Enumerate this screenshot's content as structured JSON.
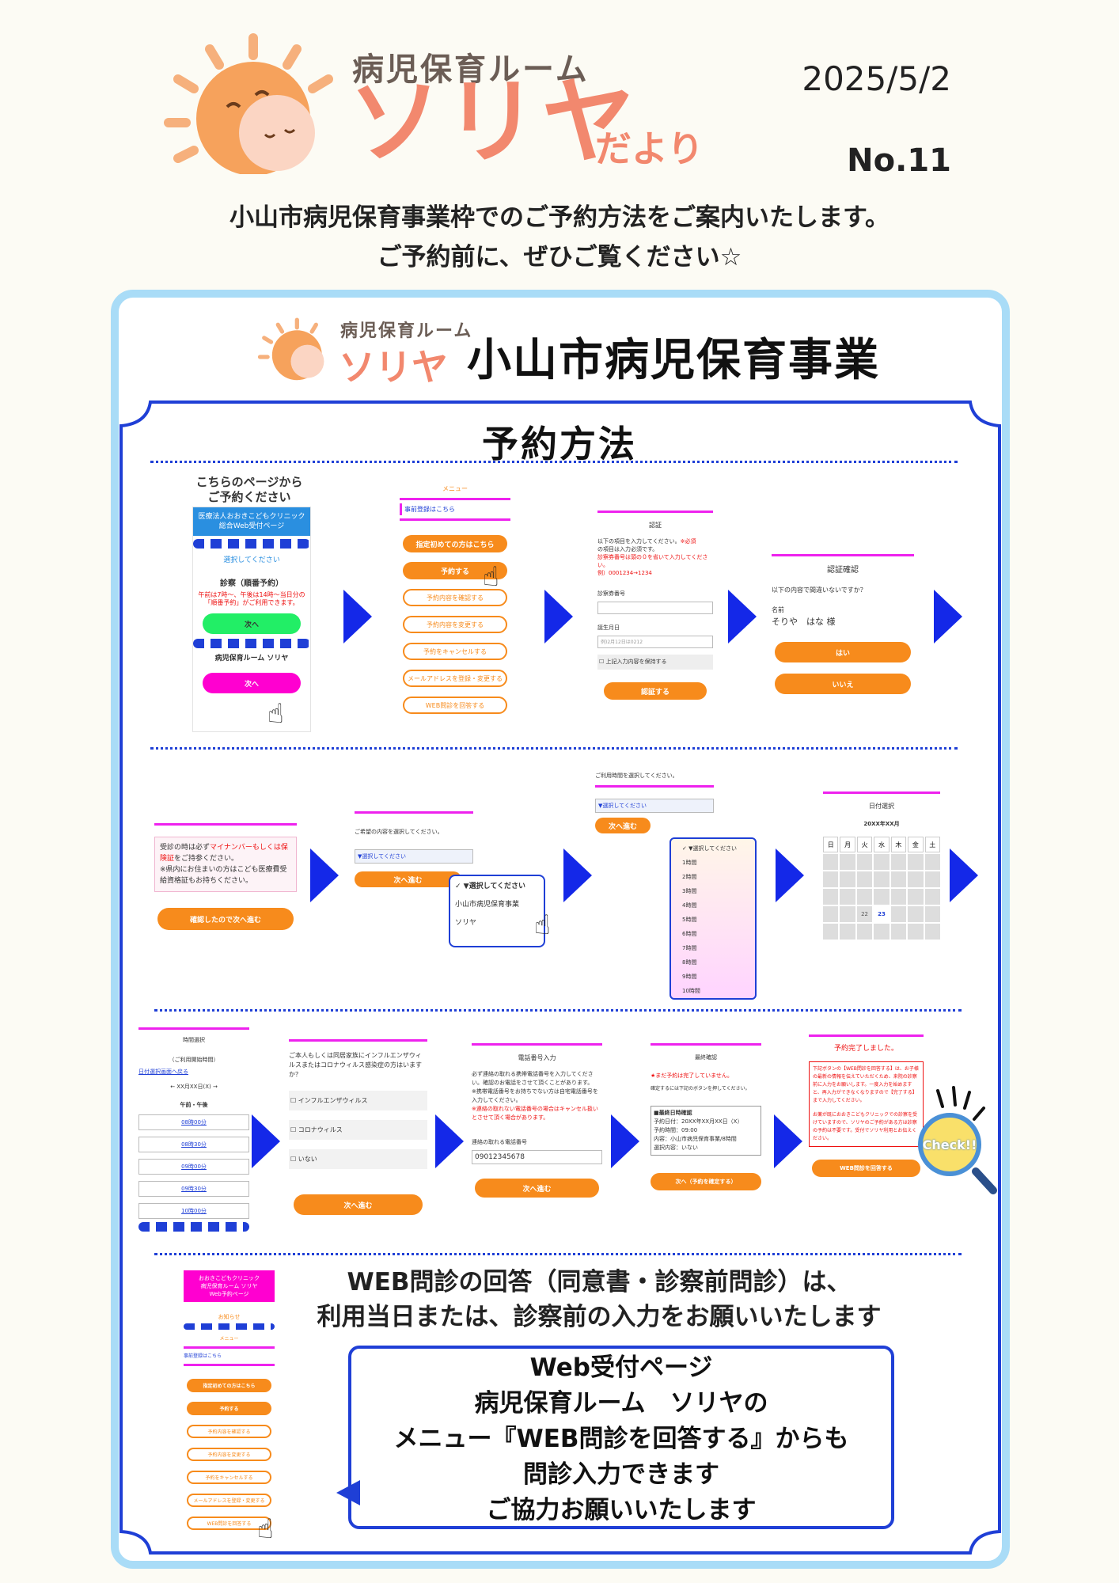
{
  "header": {
    "logo_sub": "病児保育ルーム",
    "logo_main": "ソリヤ",
    "logo_tail": "だより",
    "date": "2025/5/2",
    "issue": "No.11"
  },
  "intro": {
    "line1": "小山市病児保育事業枠でのご予約方法をご案内いたします。",
    "line2": "ご予約前に、ぜひご覧ください☆"
  },
  "panel": {
    "logo_sub": "病児保育ルーム",
    "logo_main": "ソリヤ",
    "title": "小山市病児保育事業",
    "section": "予約方法"
  },
  "row1": {
    "s1": {
      "caption1": "こちらのページから",
      "caption2": "ご予約ください",
      "banner": "医療法人おおきこどもクリニック\n総合Web受付ページ",
      "select": "選択してください",
      "diag": "診察（順番予約）",
      "diag_note": "午前は7時〜、午後は14時〜当日分の「順番予約」がご利用できます。",
      "next": "次へ",
      "room": "病児保育ルーム ソリヤ",
      "next2": "次へ"
    },
    "s2": {
      "menu": "メニュー",
      "first": "事前登録はこちら",
      "btns": [
        "指定初めての方はこちら",
        "予約する",
        "予約内容を確認する",
        "予約内容を変更する",
        "予約をキャンセルする",
        "メールアドレスを登録・変更する",
        "WEB問診を回答する"
      ]
    },
    "s3": {
      "head": "認証",
      "note1": "以下の項目を入力してください。",
      "req": "※必須",
      "note2": "の項目は入力必須です。",
      "note3": "診察券番号は頭の０を省いて入力してください。",
      "note4": "例）0001234→1234",
      "field1": "診察券番号",
      "field2": "誕生月日",
      "ph2": "例)2月12日は0212",
      "keep": "上記入力内容を保持する",
      "btn": "認証する"
    },
    "s4": {
      "head": "認証確認",
      "q": "以下の内容で間違いないですか？",
      "name_lbl": "名前",
      "name": "そりや　はな 様",
      "yes": "はい",
      "no": "いいえ"
    }
  },
  "row2": {
    "s1": {
      "text1": "受診の時は必ず",
      "text_red": "マイナンバーもしくは保険証",
      "text2": "をご持参ください。",
      "text3": "※県内にお住まいの方はこども医療費受給資格証もお持ちください。",
      "btn": "確認したので次へ進む"
    },
    "s2": {
      "q": "ご希望の内容を選択してください。",
      "select": "▼選択してください",
      "next": "次へ進む",
      "opts": [
        "✓ ▼選択してください",
        "小山市病児保育事業",
        "ソリヤ"
      ]
    },
    "s3": {
      "q": "ご利用時間を選択してください。",
      "select": "▼選択してください",
      "next": "次へ進む",
      "opts": [
        "✓ ▼選択してください",
        "1時間",
        "2時間",
        "3時間",
        "4時間",
        "5時間",
        "6時間",
        "7時間",
        "8時間",
        "9時間",
        "10時間"
      ]
    },
    "s4": {
      "head": "日付選択",
      "month": "20XX年XX月",
      "days": [
        "日",
        "月",
        "火",
        "水",
        "木",
        "金",
        "土"
      ],
      "d22": "22",
      "d23": "23"
    }
  },
  "row3": {
    "s1": {
      "head": "時間選択",
      "sub": "（ご利用開始時間）",
      "back": "日付選択画面へ戻る",
      "date": "← XX月XX日(X) →",
      "period": "午前・午後",
      "times": [
        "08時00分",
        "08時30分",
        "09時00分",
        "09時30分",
        "10時00分"
      ]
    },
    "s2": {
      "q": "ご本人もしくは同居家族にインフルエンザウィルスまたはコロナウィルス感染症の方はいますか？",
      "opts": [
        "インフルエンザウィルス",
        "コロナウィルス",
        "いない"
      ],
      "btn": "次へ進む"
    },
    "s3": {
      "head": "電話番号入力",
      "note": "必ず連絡の取れる携帯電話番号を入力してください。確認のお電話をさせて頂くことがあります。",
      "note2": "※携帯電話番号をお持ちでない方は自宅電話番号を入力してください。",
      "note_red": "※連絡の取れない電話番号の場合はキャンセル扱いとさせて頂く場合があります。",
      "lbl": "連絡の取れる電話番号",
      "phone": "09012345678",
      "btn": "次へ進む"
    },
    "s4": {
      "head": "最終確認",
      "warn": "★まだ予約は完了していません。",
      "note": "確定するには下記のボタンを押してください。",
      "d1": "■最終日時確認",
      "d2": "予約日付：20XX年XX月XX日（X）",
      "d3": "予約時間：09:00",
      "d4": "内容：小山市病児保育事業/8時間",
      "d5": "選択内容：いない",
      "btn": "次へ（予約を確定する）"
    },
    "s5": {
      "head": "予約完了しました。",
      "body1": "下記ボタンの【WEB問診を回答する】は、お子様の最新の情報を伝えていただくため、来院の診察前に入力をお願いします。一度入力を始めますと、再入力ができなくなりますので【完了する】まで入力してください。",
      "body2": "お薬が既におおきこどもクリニックでの診察を受けていますので、ソリヤのご予約がある方は診察の予約は不要です。受付でソリヤ利用とお伝えください。",
      "btn": "WEB問診を回答する",
      "check": "Check!!"
    }
  },
  "row4": {
    "phone": {
      "banner": "おおきこどもクリニック\n病児保育ルーム ソリヤ\nWeb予約ページ",
      "notice": "お知らせ",
      "menu": "メニュー",
      "first": "事前登録はこちら",
      "btns": [
        "指定初めての方はこちら",
        "予約する",
        "予約内容を確認する",
        "予約内容を変更する",
        "予約をキャンセルする",
        "メールアドレスを登録・変更する",
        "WEB問診を回答する"
      ]
    },
    "note1": "WEB問診の回答（同意書・診察前問診）は、",
    "note2": "利用当日または、診察前の入力をお願いいたします",
    "bubble": [
      "Web受付ページ",
      "病児保育ルーム　ソリヤの",
      "メニュー『WEB問診を回答する』からも",
      "問診入力できます",
      "ご協力お願いいたします"
    ]
  }
}
